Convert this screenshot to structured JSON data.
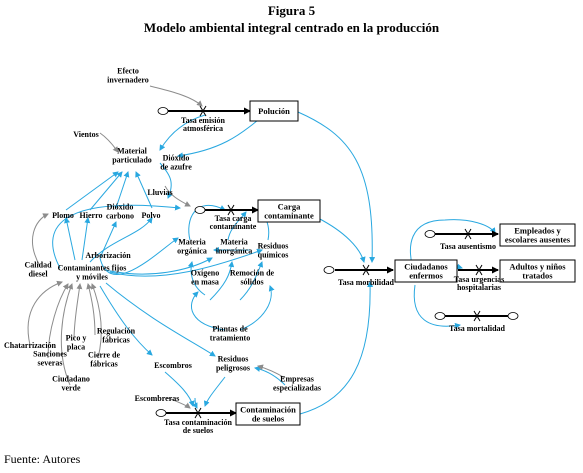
{
  "figure": {
    "title": "Figura 5",
    "subtitle": "Modelo ambiental integral centrado en la producción",
    "source": "Fuente: Autores"
  },
  "stocks": [
    {
      "id": "polucion",
      "lines": [
        "Polución"
      ]
    },
    {
      "id": "carga",
      "lines": [
        "Carga",
        "contaminante"
      ]
    },
    {
      "id": "ciudadanos",
      "lines": [
        "Ciudadanos",
        "enfermos"
      ]
    },
    {
      "id": "empleados",
      "lines": [
        "Empleados y",
        "escolares ausentes"
      ]
    },
    {
      "id": "adultos",
      "lines": [
        "Adultos y niños",
        "tratados"
      ]
    },
    {
      "id": "contam_suelos",
      "lines": [
        "Contaminación",
        "de suelos"
      ]
    }
  ],
  "flows": [
    {
      "id": "tasa_emision",
      "lines": [
        "Tasa emisión",
        "atmosférica"
      ]
    },
    {
      "id": "tasa_carga",
      "lines": [
        "Tasa carga",
        "contaminante"
      ]
    },
    {
      "id": "tasa_morbilidad",
      "lines": [
        "Tasa morbilidad"
      ]
    },
    {
      "id": "tasa_ausentismo",
      "lines": [
        "Tasa ausentismo"
      ]
    },
    {
      "id": "tasa_urgencias",
      "lines": [
        "Tasa urgencias",
        "hospitalarias"
      ]
    },
    {
      "id": "tasa_mortalidad",
      "lines": [
        "Tasa mortalidad"
      ]
    },
    {
      "id": "tasa_suelos",
      "lines": [
        "Tasa contaminación",
        "de suelos"
      ]
    }
  ],
  "variables": [
    {
      "id": "efecto",
      "lines": [
        "Efecto",
        "invernadero"
      ]
    },
    {
      "id": "vientos",
      "lines": [
        "Vientos"
      ]
    },
    {
      "id": "material",
      "lines": [
        "Material",
        "particulado"
      ]
    },
    {
      "id": "dioxido_azufre",
      "lines": [
        "Dióxido",
        "de azufre"
      ]
    },
    {
      "id": "lluvias",
      "lines": [
        "Lluvias"
      ]
    },
    {
      "id": "plomo",
      "lines": [
        "Plomo"
      ]
    },
    {
      "id": "hierro",
      "lines": [
        "Hierro"
      ]
    },
    {
      "id": "dioxido_carbono",
      "lines": [
        "Dióxido",
        "carbono"
      ]
    },
    {
      "id": "polvo",
      "lines": [
        "Polvo"
      ]
    },
    {
      "id": "arborizacion",
      "lines": [
        "Arborización"
      ]
    },
    {
      "id": "calidad",
      "lines": [
        "Calidad",
        "diesel"
      ]
    },
    {
      "id": "contaminantes",
      "lines": [
        "Contaminantes fijos",
        "y móviles"
      ]
    },
    {
      "id": "materia_org",
      "lines": [
        "Materia",
        "orgánica"
      ]
    },
    {
      "id": "materia_inorg",
      "lines": [
        "Materia",
        "inorgánica"
      ]
    },
    {
      "id": "residuos_quim",
      "lines": [
        "Residuos",
        "químicos"
      ]
    },
    {
      "id": "oxigeno",
      "lines": [
        "Oxígeno",
        "en masa"
      ]
    },
    {
      "id": "remocion",
      "lines": [
        "Remoción de",
        "sólidos"
      ]
    },
    {
      "id": "plantas",
      "lines": [
        "Plantas de",
        "tratamiento"
      ]
    },
    {
      "id": "chatarrizacion",
      "lines": [
        "Chatarrización"
      ]
    },
    {
      "id": "pico",
      "lines": [
        "Pico y",
        "placa"
      ]
    },
    {
      "id": "regulacion",
      "lines": [
        "Regulación",
        "fábricas"
      ]
    },
    {
      "id": "sanciones",
      "lines": [
        "Sanciones",
        "severas"
      ]
    },
    {
      "id": "cierre",
      "lines": [
        "Cierre de",
        "fábricas"
      ]
    },
    {
      "id": "ciudadano_verde",
      "lines": [
        "Ciudadano",
        "verde"
      ]
    },
    {
      "id": "escombros",
      "lines": [
        "Escombros"
      ]
    },
    {
      "id": "residuos_pel",
      "lines": [
        "Residuos",
        "peligrosos"
      ]
    },
    {
      "id": "empresas",
      "lines": [
        "Empresas",
        "especializadas"
      ]
    },
    {
      "id": "escombreras",
      "lines": [
        "Escombreras"
      ]
    }
  ],
  "colors": {
    "connector": "#29a8e0",
    "constant_link": "#8c8c8c",
    "flow": "#000000"
  }
}
